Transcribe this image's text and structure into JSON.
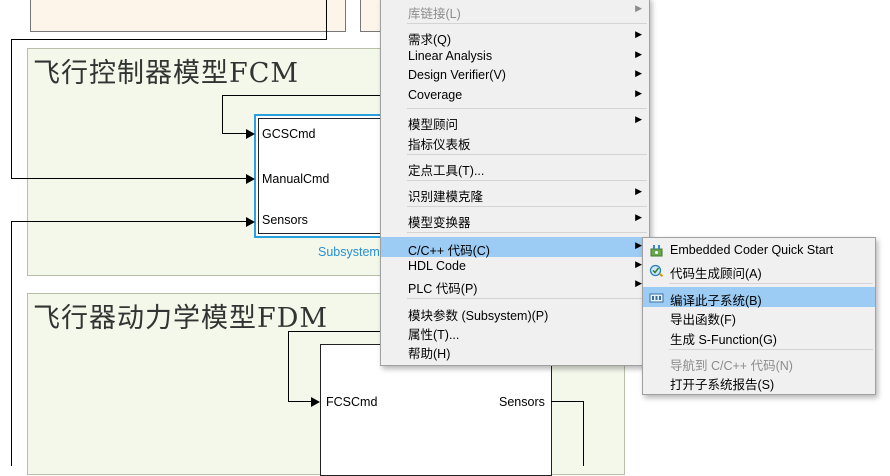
{
  "canvas": {
    "fcm_title": "飞行控制器模型FCM",
    "fdm_title": "飞行器动力学模型FDM",
    "subsystem_label": "Subsystem",
    "subsystem_ports": [
      "GCSCmd",
      "ManualCmd",
      "Sensors"
    ],
    "fdm_block": {
      "in_port": "FCSCmd",
      "out_port": "Sensors"
    }
  },
  "context_menu": {
    "items": [
      {
        "label": "库链接(L)",
        "submenu": true,
        "disabled": true
      },
      {
        "label": "需求(Q)",
        "submenu": true
      },
      {
        "label": "Linear Analysis",
        "submenu": true
      },
      {
        "label": "Design Verifier(V)",
        "submenu": true
      },
      {
        "label": "Coverage",
        "submenu": true
      },
      {
        "label": "模型顾问",
        "submenu": true
      },
      {
        "label": "指标仪表板",
        "submenu": false
      },
      {
        "label": "定点工具(T)...",
        "submenu": false
      },
      {
        "label": "识别建模克隆",
        "submenu": true
      },
      {
        "label": "模型变换器",
        "submenu": true
      },
      {
        "label": "C/C++ 代码(C)",
        "submenu": true,
        "highlighted": true
      },
      {
        "label": "HDL Code",
        "submenu": true
      },
      {
        "label": "PLC 代码(P)",
        "submenu": true
      },
      {
        "label": "模块参数 (Subsystem)(P)",
        "submenu": false
      },
      {
        "label": "属性(T)...",
        "submenu": false
      },
      {
        "label": "帮助(H)",
        "submenu": false
      }
    ]
  },
  "submenu": {
    "items": [
      {
        "label": "Embedded Coder Quick Start",
        "icon": "embedded-coder-icon"
      },
      {
        "label": "代码生成顾问(A)",
        "icon": "code-advisor-icon"
      },
      {
        "label": "编译此子系统(B)",
        "icon": "build-subsystem-icon",
        "highlighted": true
      },
      {
        "label": "导出函数(F)"
      },
      {
        "label": "生成 S-Function(G)"
      },
      {
        "label": "导航到 C/C++ 代码(N)",
        "disabled": true
      },
      {
        "label": "打开子系统报告(S)"
      }
    ]
  },
  "colors": {
    "menu_highlight": "#9ccbf3",
    "subsystem_border": "#2aa0e0",
    "area_background": "#f3f8ea"
  }
}
